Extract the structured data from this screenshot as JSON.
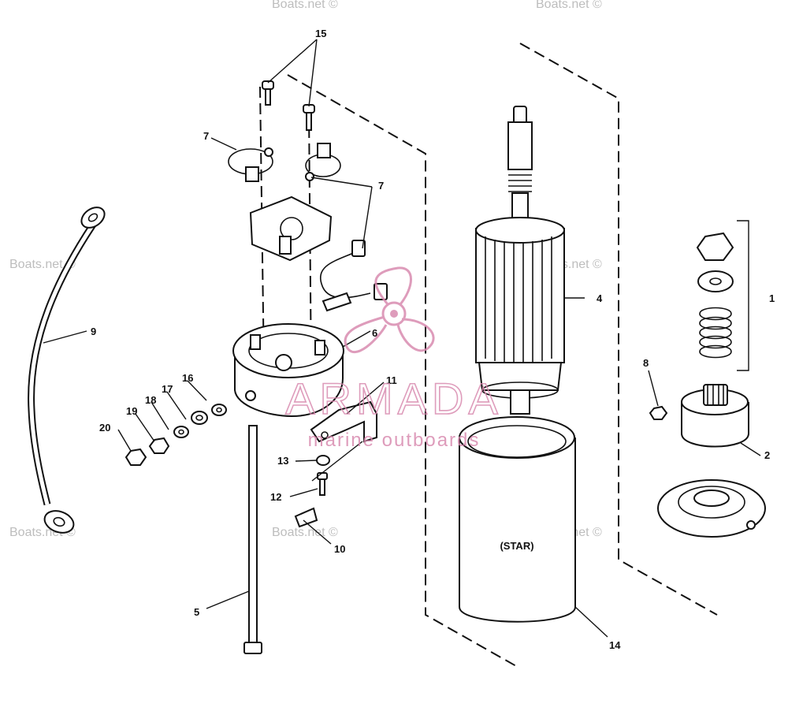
{
  "diagram": {
    "callouts": [
      "1",
      "2",
      "4",
      "5",
      "6",
      "7",
      "7",
      "8",
      "9",
      "10",
      "11",
      "12",
      "13",
      "14",
      "15",
      "16",
      "17",
      "18",
      "19",
      "20"
    ],
    "housing_label": "(STAR)"
  },
  "watermark": {
    "text": "Boats.net ©",
    "brand_name": "ARMADA",
    "brand_tagline": "marine outboards"
  },
  "colors": {
    "line": "#111111",
    "watermark_text": "#bdbdbd",
    "brand": "#d98bb0"
  }
}
